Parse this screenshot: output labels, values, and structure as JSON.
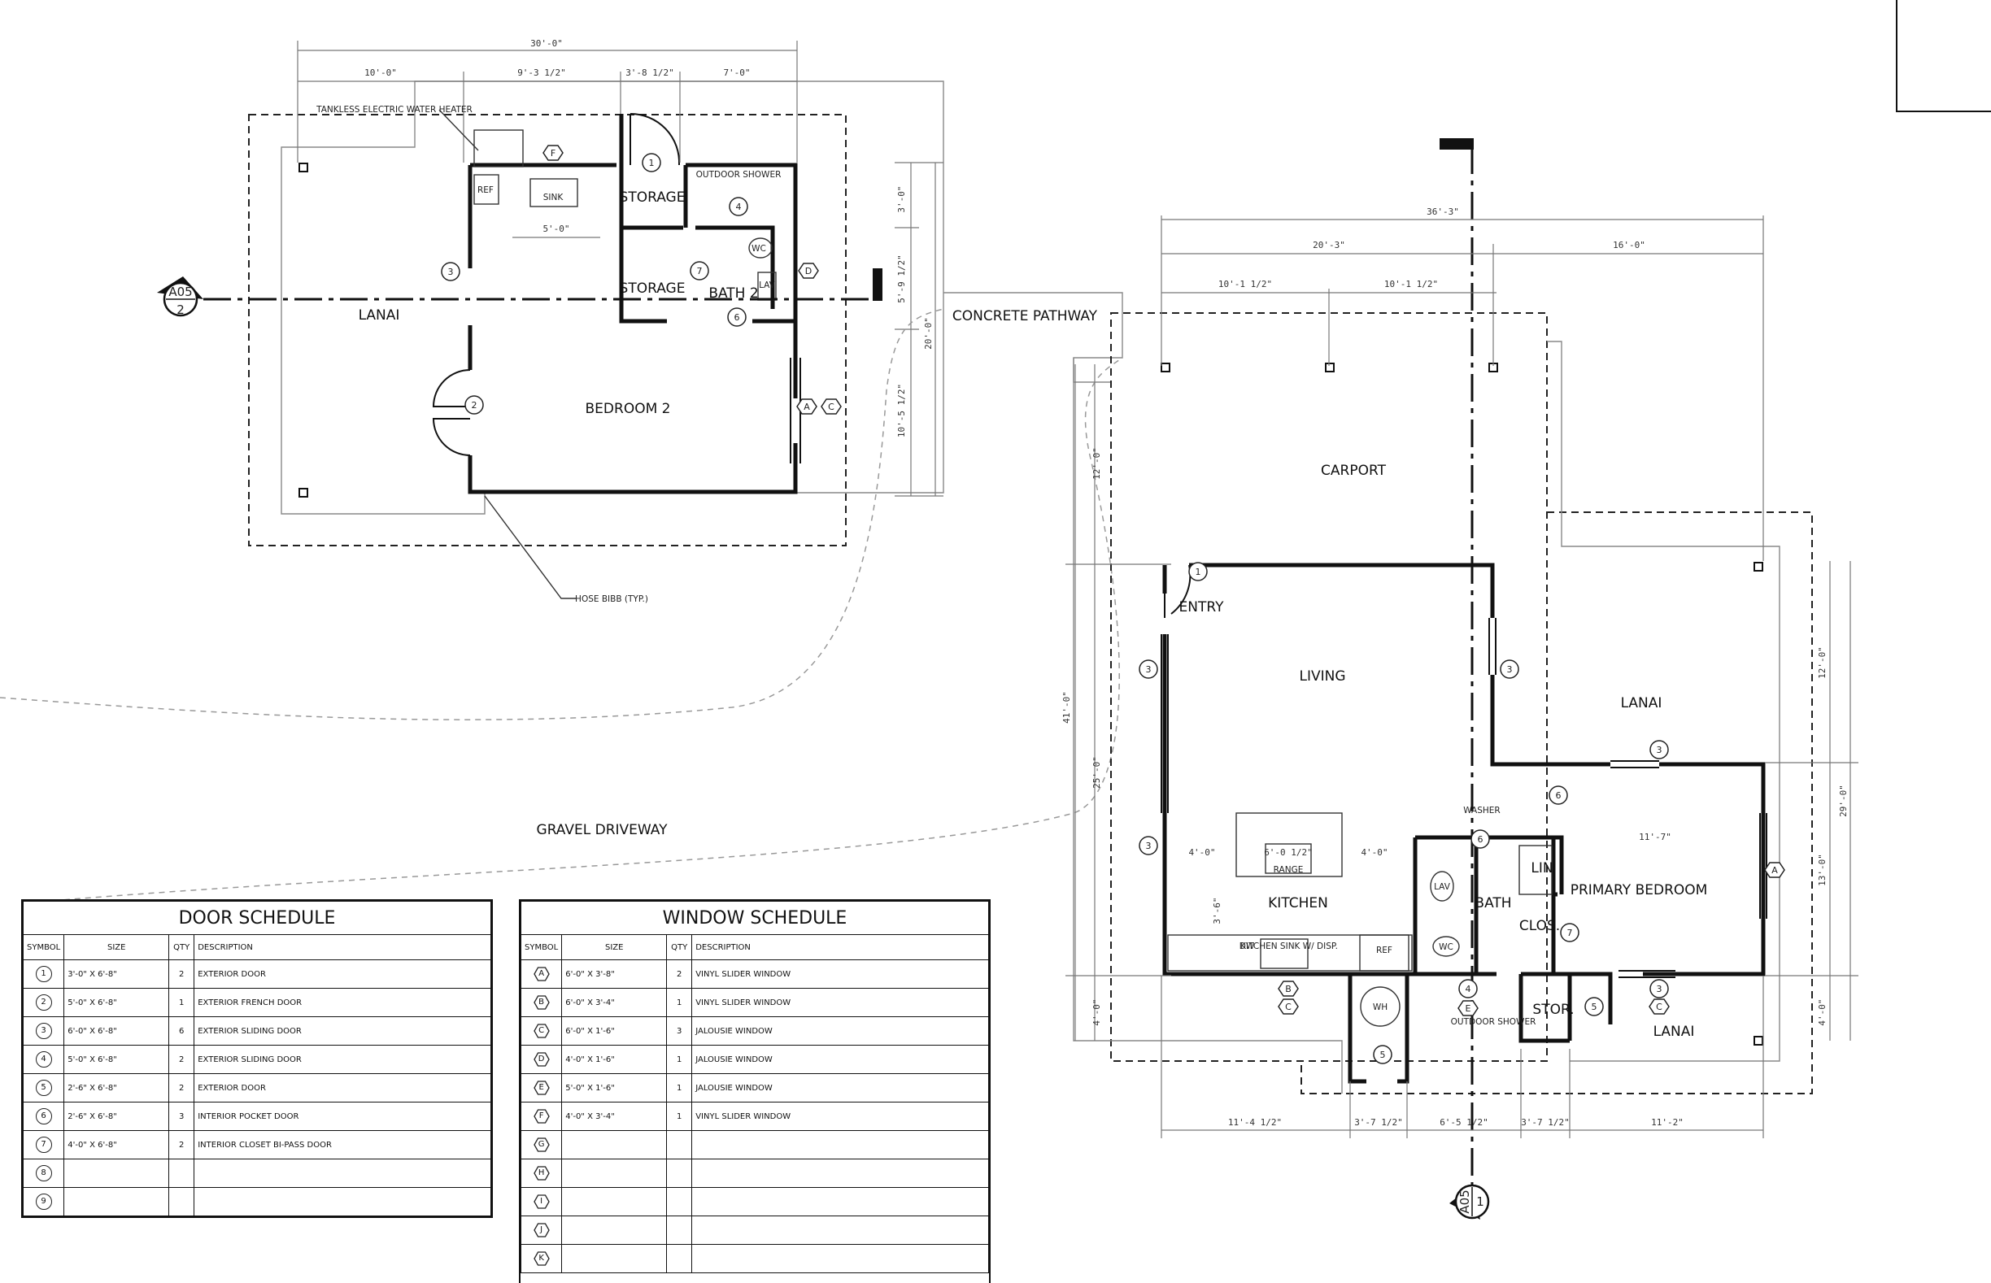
{
  "rooms": {
    "lanai_1": "LANAI",
    "bedroom_2": "BEDROOM 2",
    "storage_1": "STORAGE",
    "storage_2": "STORAGE",
    "bath_2": "BATH 2",
    "outdoor_shower_1": "OUTDOOR SHOWER",
    "concrete_pathway": "CONCRETE PATHWAY",
    "carport": "CARPORT",
    "entry": "ENTRY",
    "living": "LIVING",
    "lanai_2": "LANAI",
    "kitchen": "KITCHEN",
    "bath": "BATH",
    "lin": "LIN",
    "clos": "CLOS.",
    "primary_bedroom": "PRIMARY BEDROOM",
    "stor": "STOR.",
    "lanai_3": "LANAI",
    "outdoor_shower_2": "OUTDOOR SHOWER",
    "gravel_driveway": "GRAVEL DRIVEWAY"
  },
  "fixtures": {
    "ref_1": "REF",
    "sink": "SINK",
    "wc_1": "WC",
    "lav_1": "LAV",
    "tankless_heater": "TANKLESS ELECTRIC WATER HEATER",
    "hose_bibb": "HOSE BIBB (TYP.)",
    "range": "RANGE",
    "kitchen_sink": "KITCHEN SINK W/ DISP.",
    "dw": "DW",
    "ref_2": "REF",
    "lav_2": "LAV",
    "wc_2": "WC",
    "washer": "WASHER",
    "wh": "WH"
  },
  "section_markers": {
    "a": {
      "sheet": "A05",
      "num": "2"
    },
    "b": {
      "sheet": "A05",
      "num": "1"
    }
  },
  "dimensions": {
    "top_total": "30'-0\"",
    "top_1": "10'-0\"",
    "top_2": "9'-3 1/2\"",
    "top_3": "3'-8 1/2\"",
    "top_4": "7'-0\"",
    "sink_width": "5'-0\"",
    "right_1": "3'-0\"",
    "right_2": "5'-9 1/2\"",
    "right_3": "10'-5 1/2\"",
    "right_total": "20'-0\"",
    "main_total": "36'-3\"",
    "main_1": "20'-3\"",
    "main_2": "16'-0\"",
    "main_3": "10'-1 1/2\"",
    "main_4": "10'-1 1/2\"",
    "left_total": "41'-0\"",
    "left_1": "12'-0\"",
    "left_2": "25'-0\"",
    "left_3": "4'-0\"",
    "right_a": "12'-0\"",
    "right_b": "29'-0\"",
    "right_c": "13'-0\"",
    "right_d": "4'-0\"",
    "bottom_1": "11'-4 1/2\"",
    "bottom_2": "3'-7 1/2\"",
    "bottom_3": "6'-5 1/2\"",
    "bottom_4": "3'-7 1/2\"",
    "bottom_5": "11'-2\"",
    "bedroom_width": "11'-7\"",
    "kitchen_1": "4'-0\"",
    "kitchen_2": "6'-0 1/2\"",
    "kitchen_3": "4'-0\"",
    "kitchen_4": "3'-6\""
  },
  "door_schedule": {
    "title": "DOOR SCHEDULE",
    "headers": [
      "SYMBOL",
      "SIZE",
      "QTY",
      "DESCRIPTION"
    ],
    "rows": [
      {
        "symbol": "1",
        "size": "3'-0\" X 6'-8\"",
        "qty": "2",
        "description": "EXTERIOR DOOR"
      },
      {
        "symbol": "2",
        "size": "5'-0\" X 6'-8\"",
        "qty": "1",
        "description": "EXTERIOR FRENCH DOOR"
      },
      {
        "symbol": "3",
        "size": "6'-0\" X 6'-8\"",
        "qty": "6",
        "description": "EXTERIOR SLIDING DOOR"
      },
      {
        "symbol": "4",
        "size": "5'-0\" X 6'-8\"",
        "qty": "2",
        "description": "EXTERIOR SLIDING DOOR"
      },
      {
        "symbol": "5",
        "size": "2'-6\" X 6'-8\"",
        "qty": "2",
        "description": "EXTERIOR DOOR"
      },
      {
        "symbol": "6",
        "size": "2'-6\" X 6'-8\"",
        "qty": "3",
        "description": "INTERIOR POCKET DOOR"
      },
      {
        "symbol": "7",
        "size": "4'-0\" X 6'-8\"",
        "qty": "2",
        "description": "INTERIOR CLOSET BI-PASS DOOR"
      },
      {
        "symbol": "8",
        "size": "",
        "qty": "",
        "description": ""
      },
      {
        "symbol": "9",
        "size": "",
        "qty": "",
        "description": ""
      }
    ]
  },
  "window_schedule": {
    "title": "WINDOW SCHEDULE",
    "headers": [
      "SYMBOL",
      "SIZE",
      "QTY",
      "DESCRIPTION"
    ],
    "rows": [
      {
        "symbol": "A",
        "size": "6'-0\" X 3'-8\"",
        "qty": "2",
        "description": "VINYL SLIDER WINDOW"
      },
      {
        "symbol": "B",
        "size": "6'-0\" X 3'-4\"",
        "qty": "1",
        "description": "VINYL SLIDER WINDOW"
      },
      {
        "symbol": "C",
        "size": "6'-0\" X 1'-6\"",
        "qty": "3",
        "description": "JALOUSIE WINDOW"
      },
      {
        "symbol": "D",
        "size": "4'-0\" X 1'-6\"",
        "qty": "1",
        "description": "JALOUSIE WINDOW"
      },
      {
        "symbol": "E",
        "size": "5'-0\" X 1'-6\"",
        "qty": "1",
        "description": "JALOUSIE WINDOW"
      },
      {
        "symbol": "F",
        "size": "4'-0\" X 3'-4\"",
        "qty": "1",
        "description": "VINYL SLIDER WINDOW"
      },
      {
        "symbol": "G",
        "size": "",
        "qty": "",
        "description": ""
      },
      {
        "symbol": "H",
        "size": "",
        "qty": "",
        "description": ""
      },
      {
        "symbol": "I",
        "size": "",
        "qty": "",
        "description": ""
      },
      {
        "symbol": "J",
        "size": "",
        "qty": "",
        "description": ""
      },
      {
        "symbol": "K",
        "size": "",
        "qty": "",
        "description": ""
      }
    ]
  }
}
